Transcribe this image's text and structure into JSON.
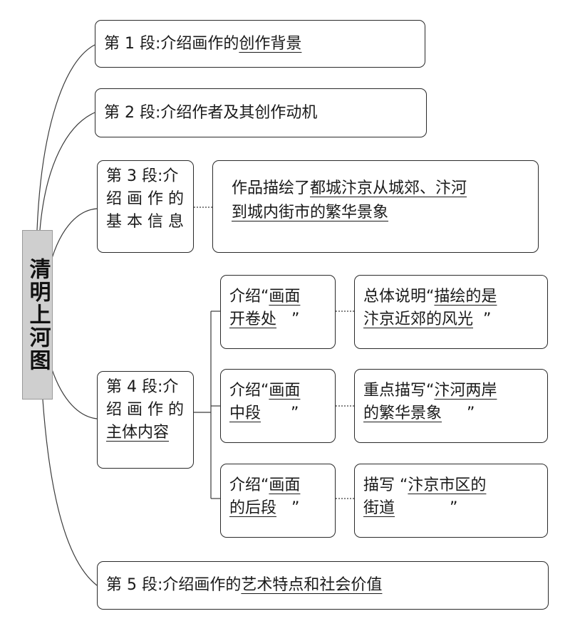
{
  "root": {
    "title": "清明上河图"
  },
  "para1": {
    "prefix": "第 1 段:介绍画作的",
    "answer": "创作背景"
  },
  "para2": {
    "text": "第 2 段:介绍作者及其创作动机"
  },
  "para3": {
    "label": [
      "第 3 段:介",
      "绍 画 作 的",
      "基 本 信 息"
    ],
    "detail_prefix": "作品描绘了",
    "detail_answer": [
      "都城汴京从城郊、汴河",
      "到城内街市的繁华景象"
    ]
  },
  "para4": {
    "label": [
      "第 4 段:介",
      "绍 画 作 的"
    ],
    "label_answer": "主体内容",
    "sub1": {
      "label": [
        "介绍“",
        "画面",
        "开卷处",
        "”"
      ],
      "detail": [
        "总体说明“",
        "描绘的是",
        "汴京近郊的风光",
        "”"
      ]
    },
    "sub2": {
      "label": [
        "介绍“",
        "画面",
        "中段",
        "”"
      ],
      "detail": [
        "重点描写“",
        "汴河两岸",
        "的繁华景象",
        "”"
      ]
    },
    "sub3": {
      "label": [
        "介绍“",
        "画面",
        "的后段",
        "”"
      ],
      "detail": [
        "描写 “",
        "汴京市区的",
        "街道",
        "”"
      ]
    }
  },
  "para5": {
    "prefix": "第 5 段:介绍画作的",
    "answer": "艺术特点和社会价值"
  }
}
